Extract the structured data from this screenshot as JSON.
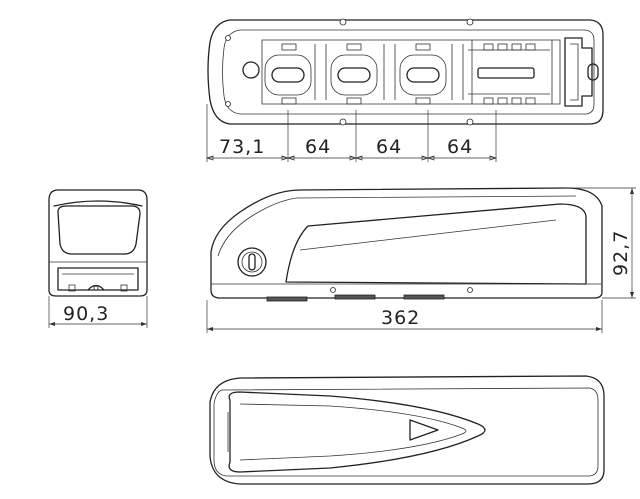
{
  "dimensions": {
    "top_offset": "73,1",
    "top_pitch_1": "64",
    "top_pitch_2": "64",
    "top_pitch_3": "64",
    "end_width": "90,3",
    "overall_length": "362",
    "overall_height": "92,7"
  }
}
